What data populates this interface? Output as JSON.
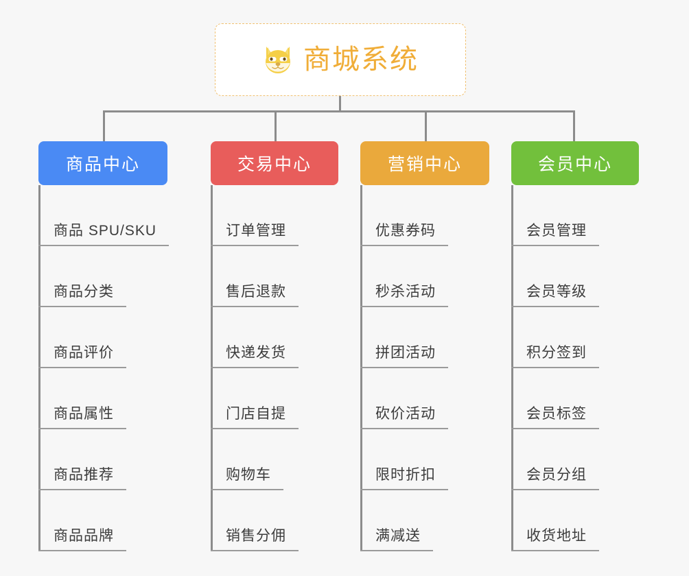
{
  "diagram": {
    "type": "mindmap",
    "background_color": "#f7f7f7",
    "line_color": "#8c8c8c"
  },
  "root": {
    "title": "商城系统",
    "icon": "shiba-dog-face-icon",
    "text_color": "#f0ad38",
    "border_color": "#f0c070",
    "background_color": "#ffffff"
  },
  "branches": [
    {
      "label": "商品中心",
      "color": "#4a8af4",
      "name": "product-center",
      "items": [
        "商品 SPU/SKU",
        "商品分类",
        "商品评价",
        "商品属性",
        "商品推荐",
        "商品品牌"
      ]
    },
    {
      "label": "交易中心",
      "color": "#e85d5b",
      "name": "trade-center",
      "items": [
        "订单管理",
        "售后退款",
        "快递发货",
        "门店自提",
        "购物车",
        "销售分佣"
      ]
    },
    {
      "label": "营销中心",
      "color": "#eaa93c",
      "name": "marketing-center",
      "items": [
        "优惠券码",
        "秒杀活动",
        "拼团活动",
        "砍价活动",
        "限时折扣",
        "满减送"
      ]
    },
    {
      "label": "会员中心",
      "color": "#72c03c",
      "name": "member-center",
      "items": [
        "会员管理",
        "会员等级",
        "积分签到",
        "会员标签",
        "会员分组",
        "收货地址"
      ]
    }
  ]
}
